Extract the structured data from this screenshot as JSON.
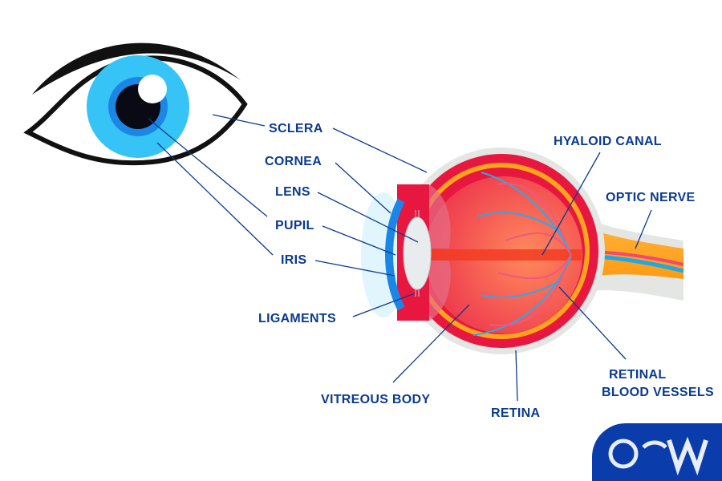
{
  "labels": {
    "sclera": "SCLERA",
    "cornea": "CORNEA",
    "lens": "LENS",
    "pupil": "PUPIL",
    "iris": "IRIS",
    "ligaments": "LIGAMENTS",
    "vitreous_body": "VITREOUS BODY",
    "retina": "RETINA",
    "retinal_blood_vessels_line1": "RETINAL",
    "retinal_blood_vessels_line2": "BLOOD VESSELS",
    "hyaloid_canal": "HYALOID CANAL",
    "optic_nerve": "OPTIC NERVE"
  },
  "logo": {
    "text": "OW",
    "color": "#0a3dab"
  },
  "colors": {
    "label": "#0b3a8f",
    "iris": "#35c4f5",
    "sclera_red": "#e8173f",
    "choroid_orange": "#ffa41c",
    "vitreous": "#f25a4a"
  }
}
